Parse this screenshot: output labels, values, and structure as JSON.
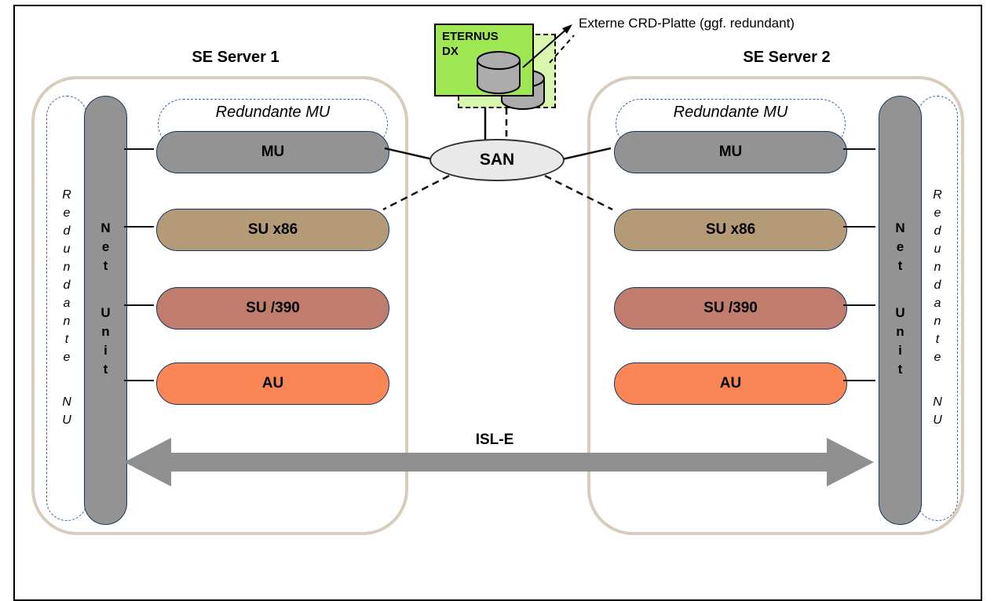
{
  "diagram": {
    "external_disk_label": "Externe CRD-Platte (ggf. redundant)",
    "eternus_line1": "ETERNUS",
    "eternus_line2": "DX",
    "san_label": "SAN",
    "isl_label": "ISL-E"
  },
  "servers": [
    {
      "title": "SE Server 1",
      "net_unit_label": "Net Unit",
      "redundant_nu_label": "Redundante NU",
      "redundant_mu_label": "Redundante MU",
      "units": [
        {
          "label": "MU"
        },
        {
          "label": "SU x86"
        },
        {
          "label": "SU /390"
        },
        {
          "label": "AU"
        }
      ]
    },
    {
      "title": "SE Server 2",
      "net_unit_label": "Net Unit",
      "redundant_nu_label": "Redundante NU",
      "redundant_mu_label": "Redundante MU",
      "units": [
        {
          "label": "MU"
        },
        {
          "label": "SU x86"
        },
        {
          "label": "SU /390"
        },
        {
          "label": "AU"
        }
      ]
    }
  ],
  "colors": {
    "server_border": "#D8CCBC",
    "unit_border": "#17375E",
    "gray_fill": "#939393",
    "su_x86_fill": "#B59A77",
    "su_390_fill": "#C07D6E",
    "au_fill": "#FA8656",
    "san_fill": "#E9E9E9",
    "eternus_front_fill": "#9FE752",
    "eternus_back_fill": "#D9F6AF",
    "disk_fill": "#ACACAC",
    "isl_arrow": "#8F8F8F",
    "dashed_oval_border": "#3B66A0"
  }
}
